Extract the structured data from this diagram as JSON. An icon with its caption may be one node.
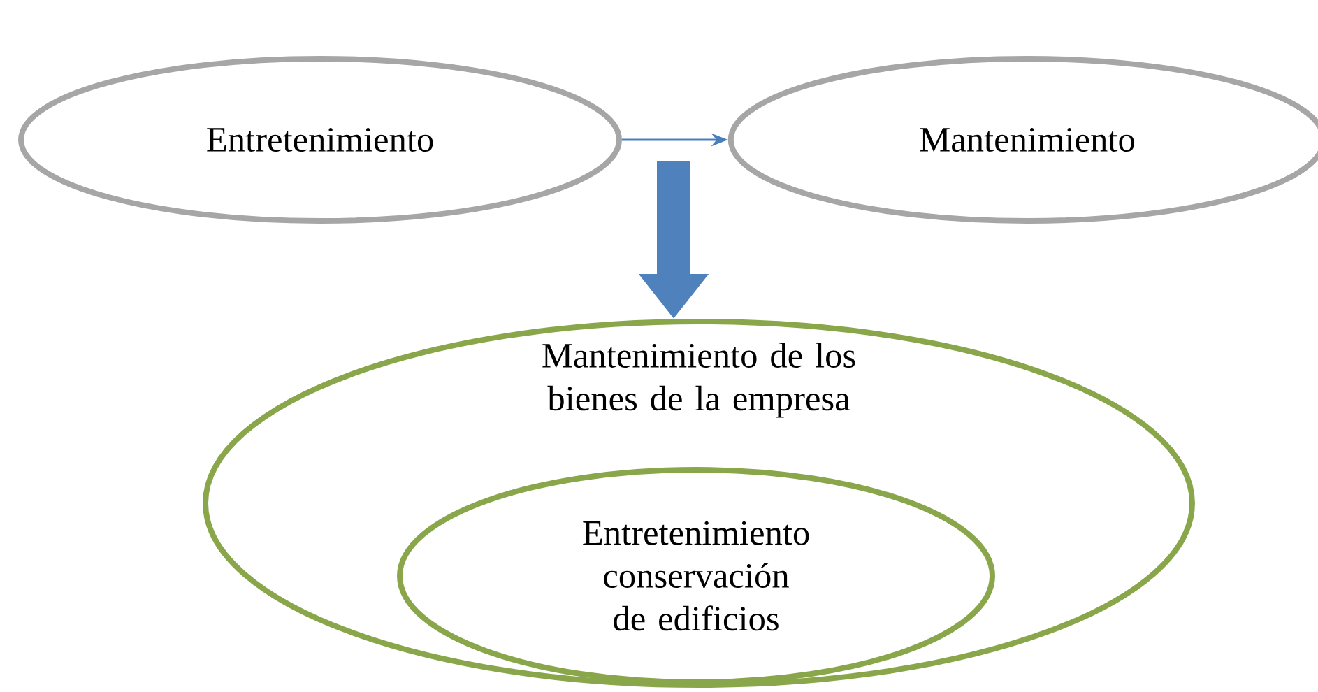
{
  "diagram": {
    "nodes": [
      {
        "text": [
          "Entretenimiento"
        ]
      },
      {
        "text": [
          "Mantenimiento"
        ]
      },
      {
        "text": [
          "Mantenimiento de los bienes de la empresa"
        ]
      },
      {
        "text": [
          "Entretenimiento conservación de edificios"
        ],
        "in": 2
      }
    ],
    "edges": [
      {
        "from": 0,
        "to": 1,
        "arrow": "to"
      },
      {
        "from": null,
        "to": 2,
        "arrow": "to",
        "style": "thick"
      }
    ]
  }
}
